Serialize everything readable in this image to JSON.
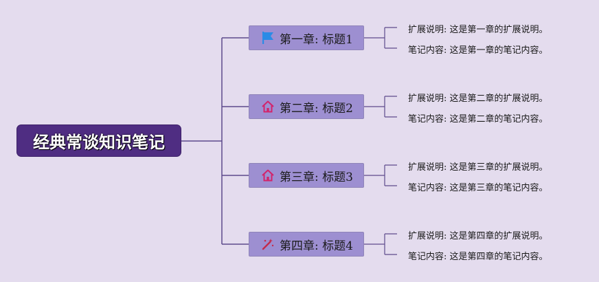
{
  "root": {
    "label": "经典常谈知识笔记"
  },
  "chapters": [
    {
      "label": "第一章: 标题1",
      "icon": "blue-flag-icon",
      "notes": [
        "扩展说明: 这是第一章的扩展说明。",
        "笔记内容: 这是第一章的笔记内容。"
      ]
    },
    {
      "label": "第二章: 标题2",
      "icon": "house-icon",
      "notes": [
        "扩展说明: 这是第二章的扩展说明。",
        "笔记内容: 这是第二章的笔记内容。"
      ]
    },
    {
      "label": "第三章: 标题3",
      "icon": "house-icon",
      "notes": [
        "扩展说明: 这是第三章的扩展说明。",
        "笔记内容: 这是第三章的笔记内容。"
      ]
    },
    {
      "label": "第四章: 标题4",
      "icon": "magic-wand-icon",
      "notes": [
        "扩展说明: 这是第四章的扩展说明。",
        "笔记内容: 这是第四章的笔记内容。"
      ]
    }
  ],
  "colors": {
    "background": "#e4dcee",
    "root_fill": "#4f2d82",
    "chapter_fill": "#9d8fd1",
    "line": "#5d4a8c",
    "flag": "#2b8be6",
    "house": "#d2246b"
  }
}
